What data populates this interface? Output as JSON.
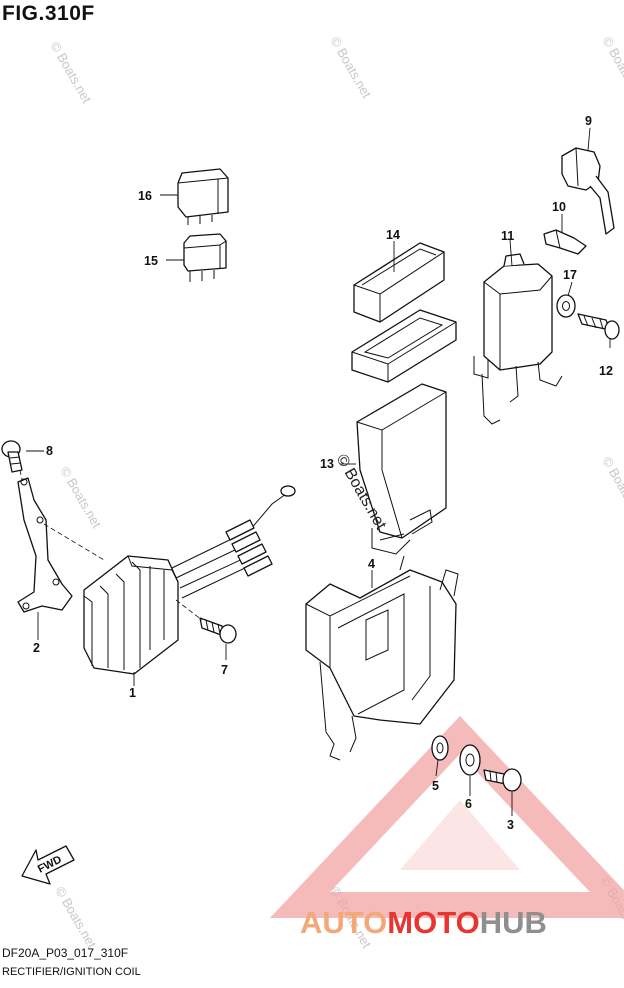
{
  "figure": {
    "title": "FIG.310F",
    "code": "DF20A_P03_017_310F",
    "name": "RECTIFIER/IGNITION COIL"
  },
  "callouts": [
    "1",
    "2",
    "3",
    "4",
    "5",
    "6",
    "7",
    "8",
    "9",
    "10",
    "11",
    "12",
    "13",
    "14",
    "15",
    "16",
    "17"
  ],
  "fwd_label": "FWD",
  "watermark": "© Boats.net",
  "brand": {
    "part1": "AUTO",
    "part2": "MOTO",
    "part3": "HUB"
  },
  "colors": {
    "brand_light": "#f4a878",
    "brand_red": "#e8352f",
    "brand_gray": "#8f8f8f",
    "triangle": "#f2a3a3"
  }
}
